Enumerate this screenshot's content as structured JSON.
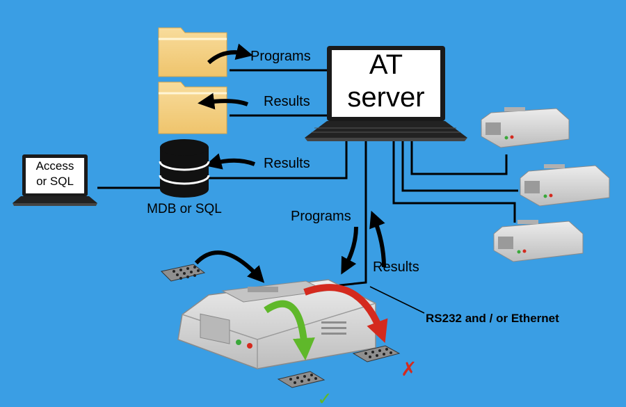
{
  "labels": {
    "server_line1": "AT",
    "server_line2": "server",
    "programs_top": "Programs",
    "results_folder": "Results",
    "results_db": "Results",
    "laptop_line1": "Access",
    "laptop_line2": "or SQL",
    "db_caption": "MDB or SQL",
    "programs_vertical": "Programs",
    "results_vertical": "Results",
    "connection_caption": "RS232 and / or Ethernet",
    "reject_mark": "✗",
    "accept_mark": "✓"
  },
  "colors": {
    "background": "#3a9ee4",
    "folder": "#f3cf83",
    "pass_arrow": "#5fb82a",
    "fail_arrow": "#d42a1e",
    "machine_body": "#d6d6d6",
    "cable": "#000000"
  }
}
